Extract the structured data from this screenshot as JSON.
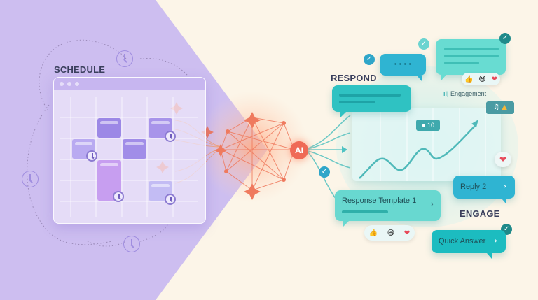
{
  "labels": {
    "schedule": "SCHEDULE",
    "respond": "RESPOND",
    "engage": "ENGAGE",
    "ai": "AI",
    "engagement": "Engagement"
  },
  "chart_badge": {
    "icon": "chat-bubble-icon",
    "count": "10"
  },
  "buttons": {
    "response_template": "Response Template 1",
    "reply": "Reply 2",
    "quick_answer": "Quick Answer",
    "chevron": "›"
  },
  "reactions": {
    "thumbs": "👍",
    "smile": "😄",
    "heart": "❤"
  },
  "icons": {
    "check": "✓",
    "bell": "🔔",
    "typing_dots": "• • • •",
    "bars": "▮"
  },
  "colors": {
    "purple_bg": "#cdbef0",
    "cream_bg": "#fcf5e8",
    "accent_coral": "#ef7a5e",
    "teal": "#4fd1c9",
    "teal_dark": "#2ab5c6",
    "text_dark": "#3a3f5c"
  }
}
